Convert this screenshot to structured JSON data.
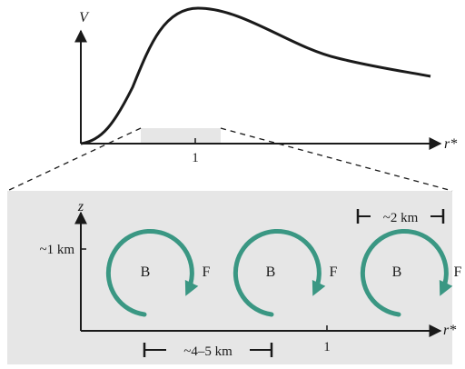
{
  "colors": {
    "curve": "#1a1a1a",
    "panel": "#e6e6e6",
    "vortex": "#3a9783",
    "text": "#1a1a1a"
  },
  "top_plot": {
    "y_axis_label": "V",
    "x_axis_label": "r*",
    "x_tick_label": "1"
  },
  "bottom_plot": {
    "y_axis_label": "z",
    "x_axis_label": "r*",
    "x_tick_label": "1",
    "y_tick_label": "~1 km",
    "scale_small": "~2 km",
    "scale_large": "~4–5 km",
    "vortices": [
      {
        "back_label": "B",
        "front_label": "F",
        "icon": "clockwise-arrow-icon"
      },
      {
        "back_label": "B",
        "front_label": "F",
        "icon": "clockwise-arrow-icon"
      },
      {
        "back_label": "B",
        "front_label": "F",
        "icon": "clockwise-arrow-icon"
      }
    ]
  }
}
